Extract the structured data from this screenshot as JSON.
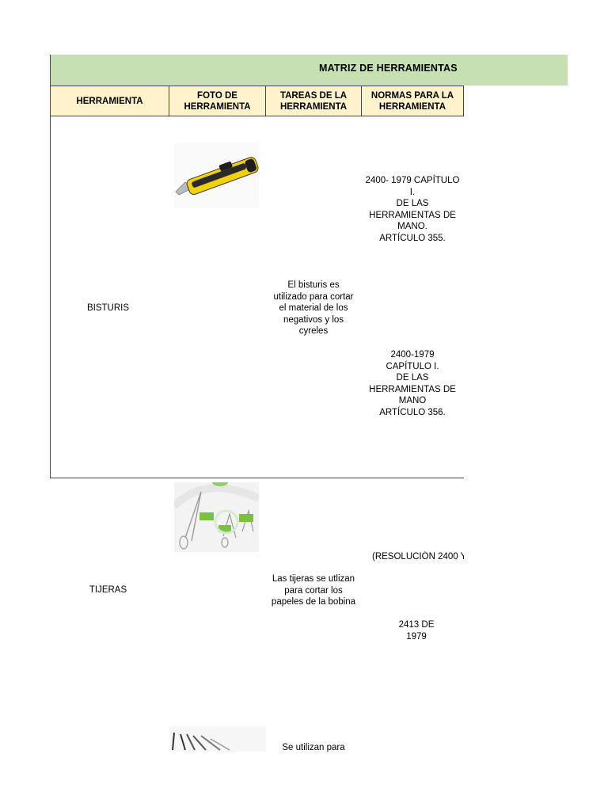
{
  "title": "MATRIZ  DE  HERRAMIENTAS",
  "headers": {
    "tool": "HERRAMIENTA",
    "photo": "FOTO DE\nHERRAMIENTA",
    "tasks": "TAREAS DE LA\nHERRAMIENTA",
    "norms": "NORMAS PARA LA\nHERRAMIENTA"
  },
  "rows": [
    {
      "tool": "BISTURIS",
      "photo_icon": "utility-knife-photo",
      "task": "El bisturis es\nutilizado para cortar\nel material de los\nnegativos y los\ncyreles",
      "norm_1": "2400- 1979  CAPÍTULO\nI.\nDE LAS\nHERRAMIENTAS DE\nMANO.\nARTÍCULO 355.",
      "norm_2": "2400-1979\nCAPÍTULO I.\nDE LAS\nHERRAMIENTAS DE\nMANO\nARTÍCULO 356."
    },
    {
      "tool": "TIJERAS",
      "photo_icon": "scissors-photo",
      "task": "Las tijeras se utlizan\npara cortar los\npapeles de la bobina",
      "norm_1": "(RESOLUCIÓN 2400 Y",
      "norm_2": "2413 DE\n1979"
    },
    {
      "photo_icon": "tools-photo",
      "task": "Se utilizan para"
    }
  ]
}
